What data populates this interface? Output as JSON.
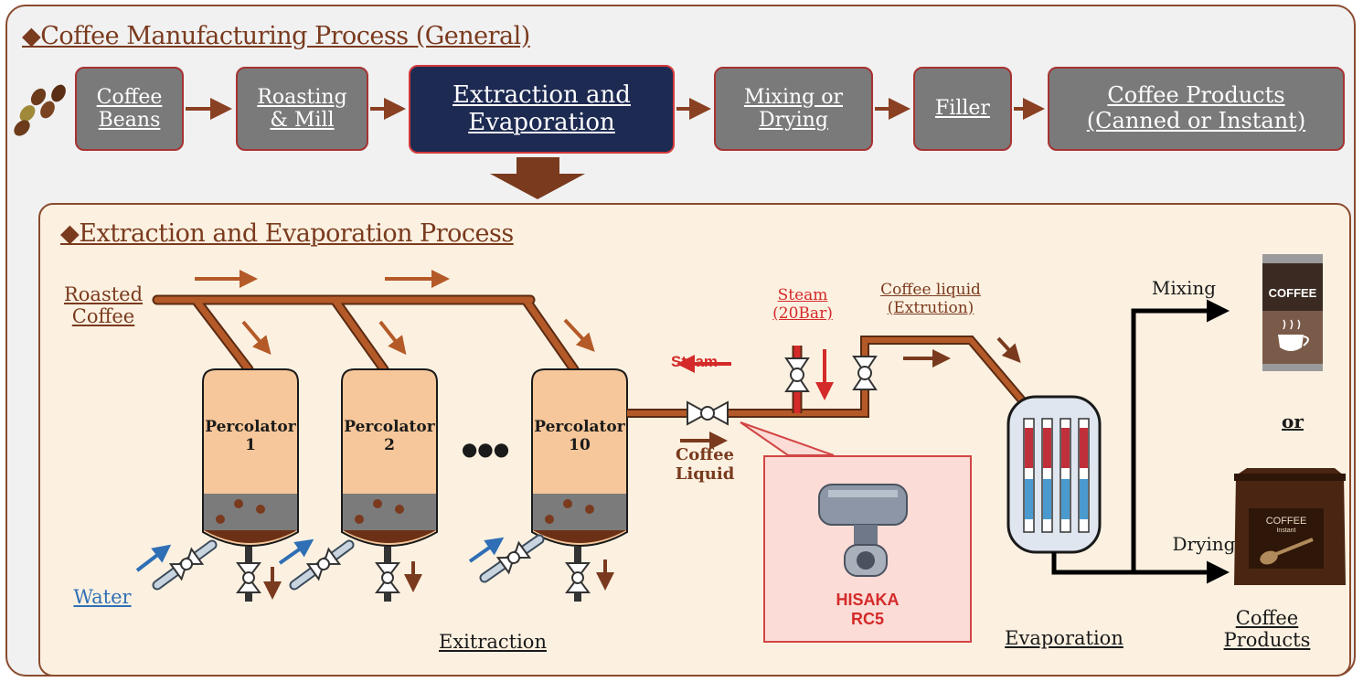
{
  "general": {
    "title": "◆Coffee Manufacturing Process (General)",
    "steps": [
      {
        "label": "Coffee\nBeans"
      },
      {
        "label": "Roasting\n& Mill"
      },
      {
        "label": "Extraction and\nEvaporation",
        "active": true
      },
      {
        "label": "Mixing or\nDrying"
      },
      {
        "label": "Filler"
      },
      {
        "label": "Coffee Products\n(Canned or Instant)"
      }
    ]
  },
  "detail": {
    "title": "◆Extraction and Evaporation Process",
    "roasted_coffee": "Roasted\nCoffee",
    "water": "Water",
    "percolators": [
      "Percolator\n1",
      "Percolator\n2",
      "Percolator\n10"
    ],
    "ellipsis": "●●●",
    "steam_left": "Steam",
    "coffee_liquid": "Coffee\nLiquid",
    "steam_20bar": "Steam\n(20Bar)",
    "coffee_liquid_extrution": "Coffee liquid\n(Extrution)",
    "hisaka": "HISAKA\nRC5",
    "extraction_label": "Exitraction",
    "evaporation_label": "Evaporation",
    "mixing": "Mixing",
    "drying": "Drying",
    "or": "or",
    "coffee_can_text": "COFFEE",
    "coffee_bag_text": "COFFEE",
    "coffee_bag_sub": "Instant",
    "coffee_products": "Coffee\nProducts"
  },
  "colors": {
    "pipe": "#b45a28",
    "brown_text": "#7a3a1e",
    "navy": "#1d2a52",
    "steam_red": "#d42a2a",
    "water_blue": "#2f6fb5",
    "percolator_body": "#f6c79a"
  }
}
